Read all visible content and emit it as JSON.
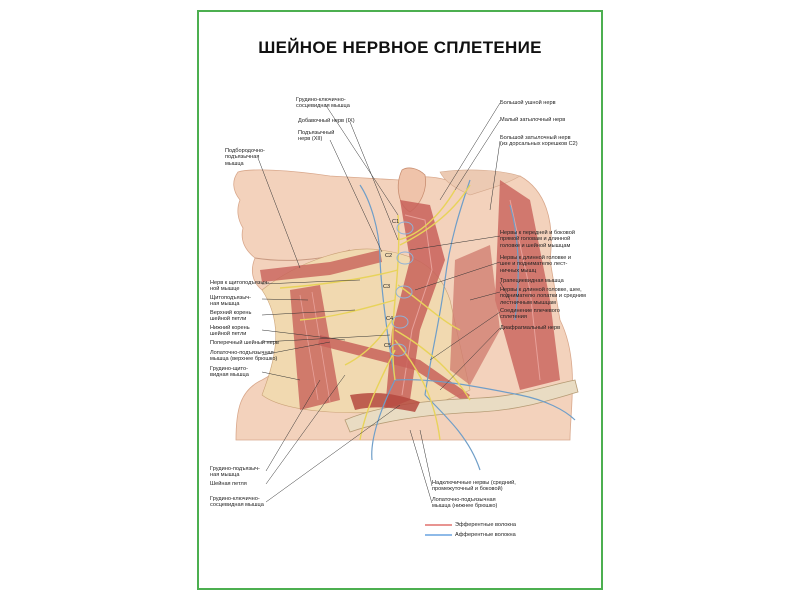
{
  "title": "ШЕЙНОЕ НЕРВНОЕ СПЛЕТЕНИЕ",
  "labels_top": {
    "scm_upper": [
      "Грудино-ключично-",
      "сосцевидная мышца"
    ],
    "accessory": [
      "Добавочный нерв (IX)"
    ],
    "hypoglossal": [
      "Подъязычный",
      "нерв (XII)"
    ],
    "geniohyoid": [
      "Подбородочно-",
      "подъязычная",
      "мышца"
    ]
  },
  "labels_right": {
    "great_auricular": [
      "Большой ушной нерв"
    ],
    "lesser_occipital": [
      "Малый затылочный нерв"
    ],
    "greater_occipital": [
      "Большой затылочный нерв",
      "(из дорсальных корешков С2)"
    ],
    "nerves_front_side": [
      "Нервы к передней и боковой",
      "прямой головам и длинной",
      "головке и шейной мышцам"
    ],
    "nerves_long_head": [
      "Нервы к длинной головке и",
      "шее и поднимателю лест-",
      "ничных мышц"
    ],
    "trapezius": [
      "Трапециевидная мышца"
    ],
    "nerves_scapula": [
      "Нервы к длинной головке, шее,",
      "поднимателю лопатки и средним",
      "лестничным мышцам"
    ],
    "brachial_connection": [
      "Соединение плечевого",
      "сплетения"
    ],
    "phrenic": [
      "Диафрагмальный нерв"
    ]
  },
  "labels_left": {
    "thyrohyoid_nerve": [
      "Нерв к щитоподъязыч-",
      "ной мышце"
    ],
    "thyrohyoid_muscle": [
      "Щитоподъязыч-",
      "ная мышца"
    ],
    "upper_root": [
      "Верхний корень",
      "шейной петли"
    ],
    "lower_root": [
      "Нижний корень",
      "шейной петли"
    ],
    "transverse": [
      "Поперечный шейный нерв"
    ],
    "omohyoid_upper": [
      "Лопаточно-подъязычная",
      "мышца (верхнее брюшко)"
    ],
    "sternothyroid": [
      "Грудино-щито-",
      "видная мышца"
    ]
  },
  "labels_bottom": {
    "sternohyoid": [
      "Грудино-подъязыч-",
      "ная мышца"
    ],
    "ansa": [
      "Шейная петля"
    ],
    "scm_lower": [
      "Грудино-ключично-",
      "сосцевидная мышца"
    ],
    "supraclavicular": [
      "Надключичные нервы (средний,",
      "промежуточный и боковой)"
    ],
    "omohyoid_lower": [
      "Лопаточно-подъязычная",
      "мышца (нижнее брюшко)"
    ]
  },
  "vertebra_labels": [
    "C1",
    "C2",
    "C3",
    "C4",
    "C5"
  ],
  "legend": {
    "efferent": "Эфферентные волокна",
    "afferent": "Афферентные волокна",
    "efferent_color": "#d9534f",
    "afferent_color": "#4a90d9"
  },
  "colors": {
    "frame": "#4caf50",
    "muscle": "#c8615a",
    "skin": "#f3d2bc",
    "nerve": "#e8d35a",
    "vein": "#6f9ec8"
  }
}
